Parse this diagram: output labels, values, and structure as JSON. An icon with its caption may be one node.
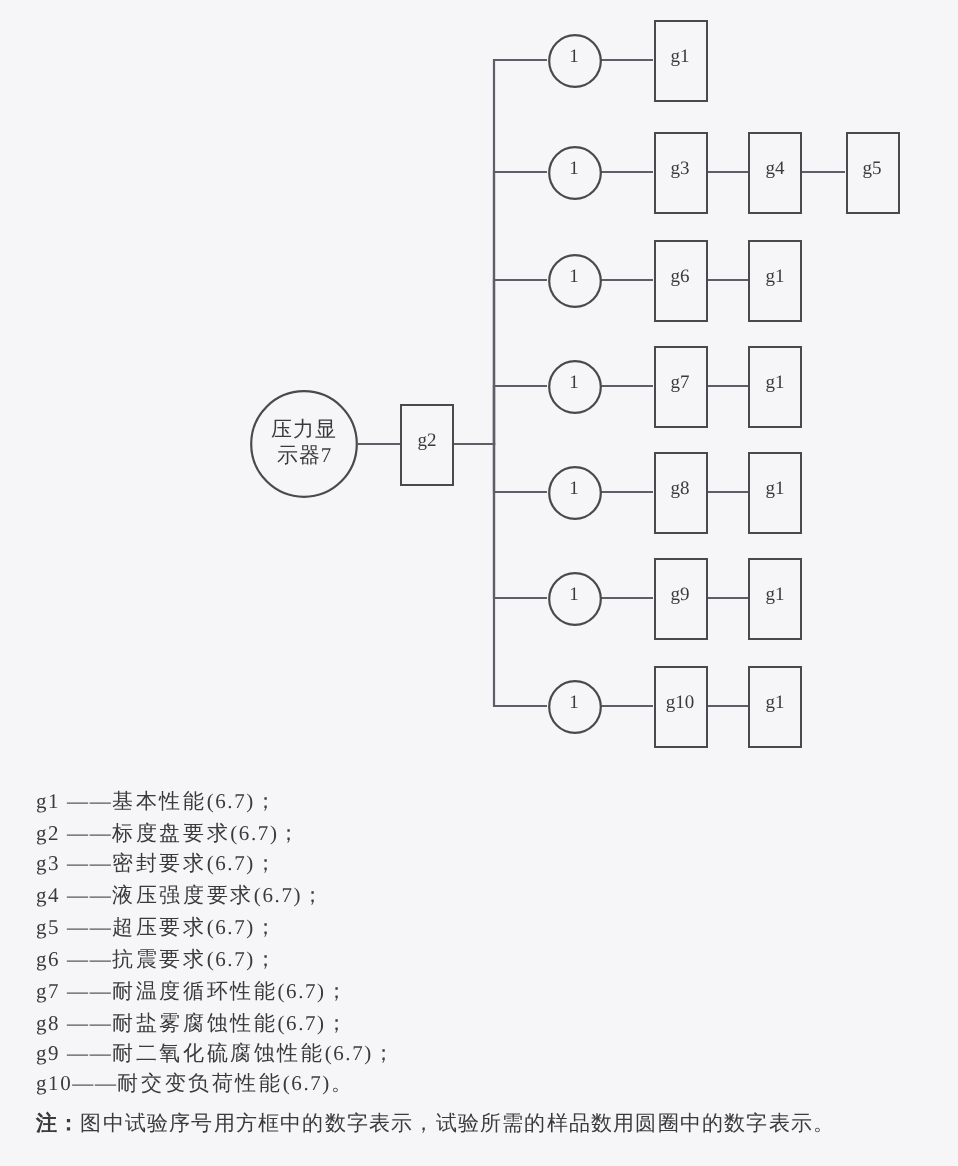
{
  "diagram": {
    "nodes": [
      {
        "text": [
          "压力显示器7"
        ]
      },
      {
        "text": [
          "g2"
        ]
      },
      {
        "text": [
          "1"
        ]
      },
      {
        "text": [
          "g1"
        ]
      },
      {
        "text": [
          "1"
        ]
      },
      {
        "text": [
          "g3"
        ]
      },
      {
        "text": [
          "g4"
        ]
      },
      {
        "text": [
          "g5"
        ]
      },
      {
        "text": [
          "1"
        ]
      },
      {
        "text": [
          "g6"
        ]
      },
      {
        "text": [
          "g1"
        ]
      },
      {
        "text": [
          "1"
        ]
      },
      {
        "text": [
          "g7"
        ]
      },
      {
        "text": [
          "g1"
        ]
      },
      {
        "text": [
          "1"
        ]
      },
      {
        "text": [
          "g8"
        ]
      },
      {
        "text": [
          "g1"
        ]
      },
      {
        "text": [
          "1"
        ]
      },
      {
        "text": [
          "g9"
        ]
      },
      {
        "text": [
          "g1"
        ]
      },
      {
        "text": [
          "1"
        ]
      },
      {
        "text": [
          "g10"
        ]
      },
      {
        "text": [
          "g1"
        ]
      }
    ],
    "edges": [
      {
        "from": 0,
        "to": 1,
        "arrow": "none"
      },
      {
        "from": 1,
        "to": 2,
        "arrow": "none"
      },
      {
        "from": 1,
        "to": 4,
        "arrow": "none"
      },
      {
        "from": 1,
        "to": 8,
        "arrow": "none"
      },
      {
        "from": 1,
        "to": 11,
        "arrow": "none"
      },
      {
        "from": 1,
        "to": 14,
        "arrow": "none"
      },
      {
        "from": 1,
        "to": 17,
        "arrow": "none"
      },
      {
        "from": 1,
        "to": 20,
        "arrow": "none"
      },
      {
        "from": 2,
        "to": 3,
        "arrow": "none"
      },
      {
        "from": 4,
        "to": 5,
        "arrow": "none"
      },
      {
        "from": 5,
        "to": 6,
        "arrow": "none"
      },
      {
        "from": 6,
        "to": 7,
        "arrow": "none"
      },
      {
        "from": 8,
        "to": 9,
        "arrow": "none"
      },
      {
        "from": 9,
        "to": 10,
        "arrow": "none"
      },
      {
        "from": 11,
        "to": 12,
        "arrow": "none"
      },
      {
        "from": 12,
        "to": 13,
        "arrow": "none"
      },
      {
        "from": 14,
        "to": 15,
        "arrow": "none"
      },
      {
        "from": 15,
        "to": 16,
        "arrow": "none"
      },
      {
        "from": 17,
        "to": 18,
        "arrow": "none"
      },
      {
        "from": 18,
        "to": 19,
        "arrow": "none"
      },
      {
        "from": 20,
        "to": 21,
        "arrow": "none"
      },
      {
        "from": 21,
        "to": 22,
        "arrow": "none"
      }
    ],
    "labels": [
      "g1 ——基本性能(6.7)；",
      "g2 ——标度盘要求(6.7)；",
      "g3 ——密封要求(6.7)；",
      "g4 ——液压强度要求(6.7)；",
      "g5 ——超压要求(6.7)；",
      "g6 ——抗震要求(6.7)；",
      "g7 ——耐温度循环性能(6.7)；",
      "g8 ——耐盐雾腐蚀性能(6.7)；",
      "g9 ——耐二氧化硫腐蚀性能(6.7)；",
      "g10——耐交变负荷性能(6.7)。",
      "**注：**图中试验序号用方框中的数字表示，试验所需的样品数用圆圈中的数字表示。"
    ]
  }
}
